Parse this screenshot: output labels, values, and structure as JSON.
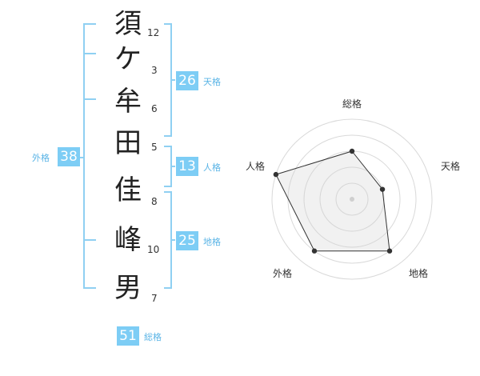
{
  "name": {
    "chars": [
      "須",
      "ケ",
      "牟",
      "田",
      "佳",
      "峰",
      "男"
    ],
    "strokes": [
      "12",
      "3",
      "6",
      "5",
      "8",
      "10",
      "7"
    ]
  },
  "fortune": {
    "tenkaku": {
      "value": "26",
      "label": "天格"
    },
    "jinkaku": {
      "value": "13",
      "label": "人格"
    },
    "chikaku": {
      "value": "25",
      "label": "地格"
    },
    "gaikaku": {
      "value": "38",
      "label": "外格"
    },
    "soukaku": {
      "value": "51",
      "label": "総格"
    }
  },
  "colors": {
    "accent": "#7dcdf5",
    "bracket": "#8fd0f2",
    "text": "#222222"
  },
  "chart_data": {
    "type": "radar",
    "axes": [
      "総格",
      "天格",
      "地格",
      "外格",
      "人格"
    ],
    "values": [
      3,
      2,
      4,
      4,
      5
    ],
    "max": 5
  }
}
